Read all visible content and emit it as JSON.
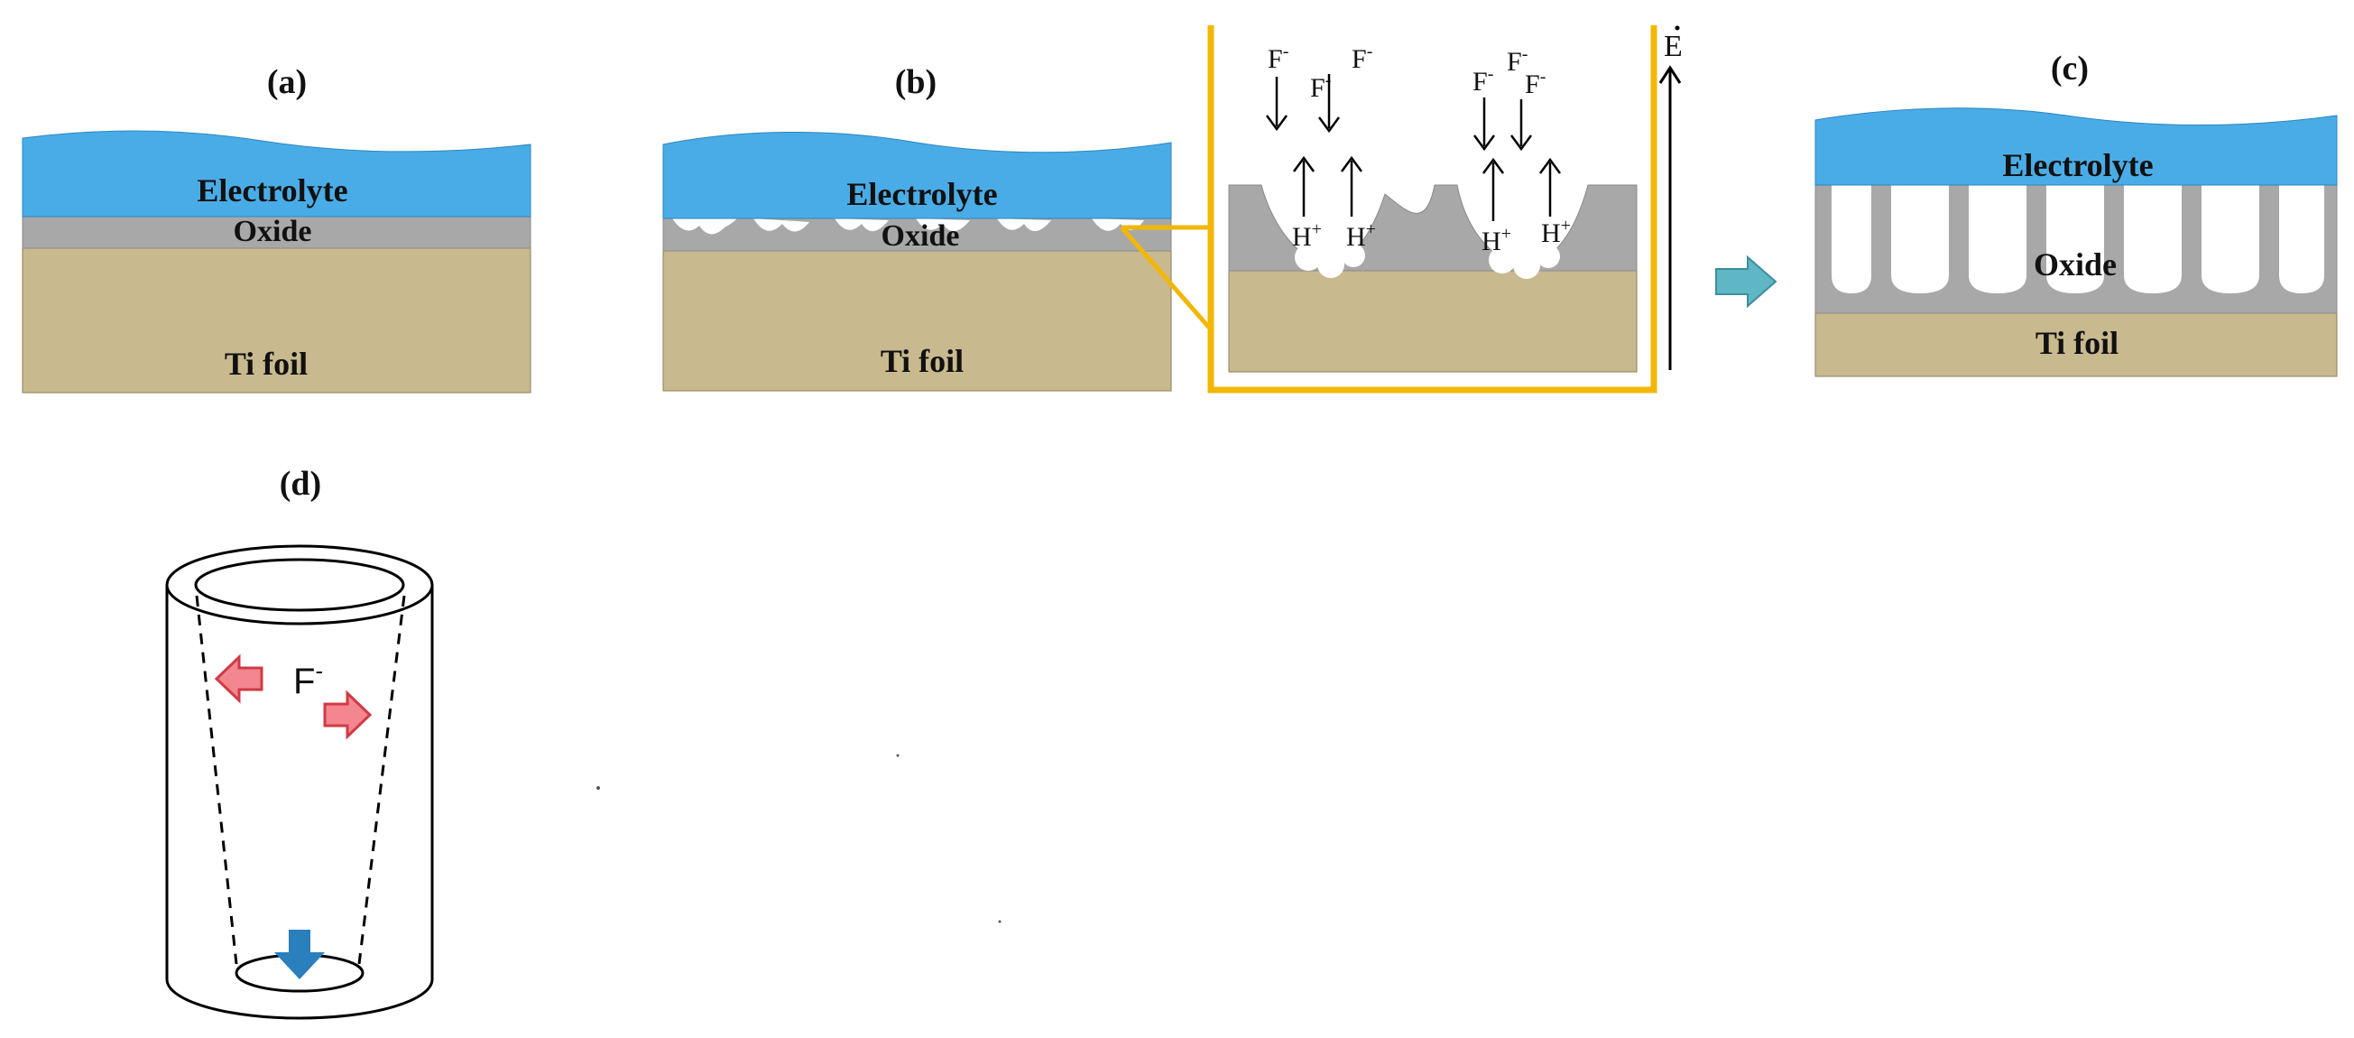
{
  "panels": {
    "a": {
      "label": "(a)",
      "electrolyte": "Electrolyte",
      "oxide": "Oxide",
      "substrate": "Ti foil"
    },
    "b": {
      "label": "(b)",
      "electrolyte": "Electrolyte",
      "oxide": "Oxide",
      "substrate": "Ti foil"
    },
    "inset": {
      "field": "E",
      "ion_f": "F",
      "ion_h": "H",
      "minus": "-",
      "plus": "+"
    },
    "c": {
      "label": "(c)",
      "electrolyte": "Electrolyte",
      "oxide": "Oxide",
      "substrate": "Ti foil"
    },
    "d": {
      "label": "(d)",
      "ion": "F",
      "minus": "-"
    }
  },
  "colors": {
    "electrolyte": "#4aace6",
    "electrolyte_edge": "#2b86c2",
    "oxide": "#a8a8a8",
    "oxide_edge": "#8a8a8a",
    "ti_foil": "#c9b98f",
    "ti_edge": "#8f7e54",
    "inset_frame": "#f2b705",
    "red_arrow": "#f3868e",
    "red_arrow_edge": "#d03a45",
    "blue_arrow": "#2a7fbd",
    "teal_arrow": "#5fb6c4"
  }
}
